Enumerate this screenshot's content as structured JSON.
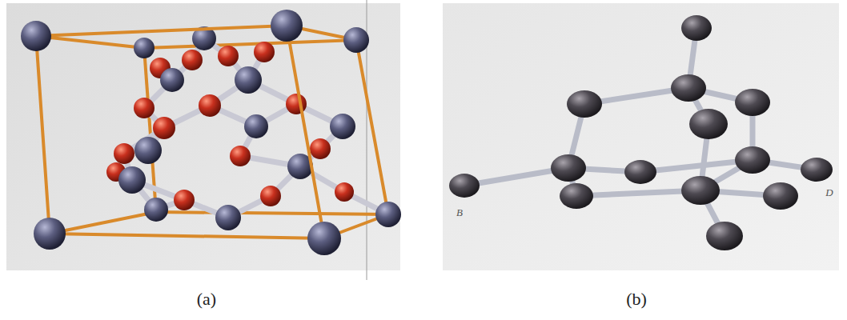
{
  "diagram": {
    "labels": [
      "(a)",
      "(b)",
      "B",
      "D"
    ]
  }
}
